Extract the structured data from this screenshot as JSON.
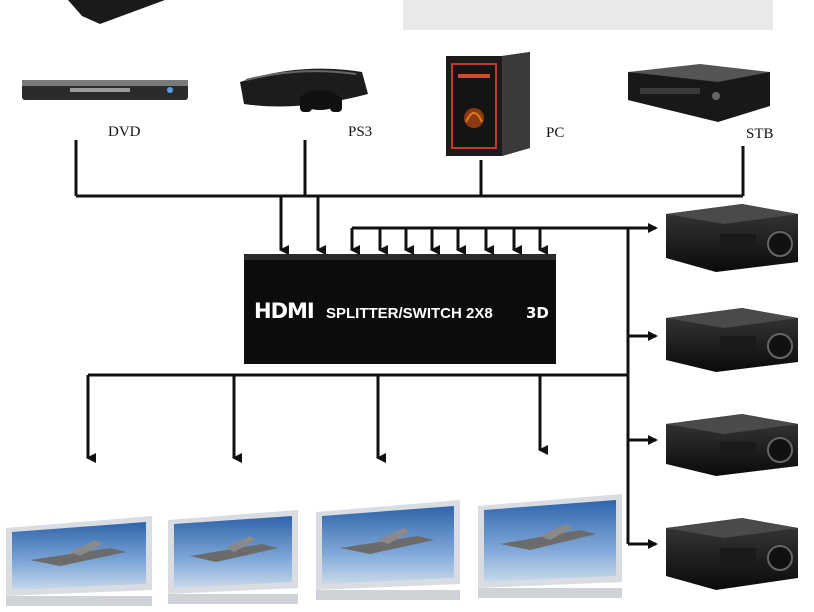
{
  "sources": [
    {
      "label": "DVD",
      "icon": "dvd-player-icon"
    },
    {
      "label": "PS3",
      "icon": "game-console-icon"
    },
    {
      "label": "PC",
      "icon": "pc-tower-icon"
    },
    {
      "label": "STB",
      "icon": "set-top-box-icon"
    }
  ],
  "device": {
    "logo": "HDMI",
    "title": "SPLITTER/SWITCH  2X8",
    "badge": "3D"
  },
  "outputs": {
    "monitors": 4,
    "projectors": 4
  },
  "colors": {
    "line": "#111111",
    "device_body": "#0c0c0c",
    "screen_sky": "#4a7fc0"
  }
}
